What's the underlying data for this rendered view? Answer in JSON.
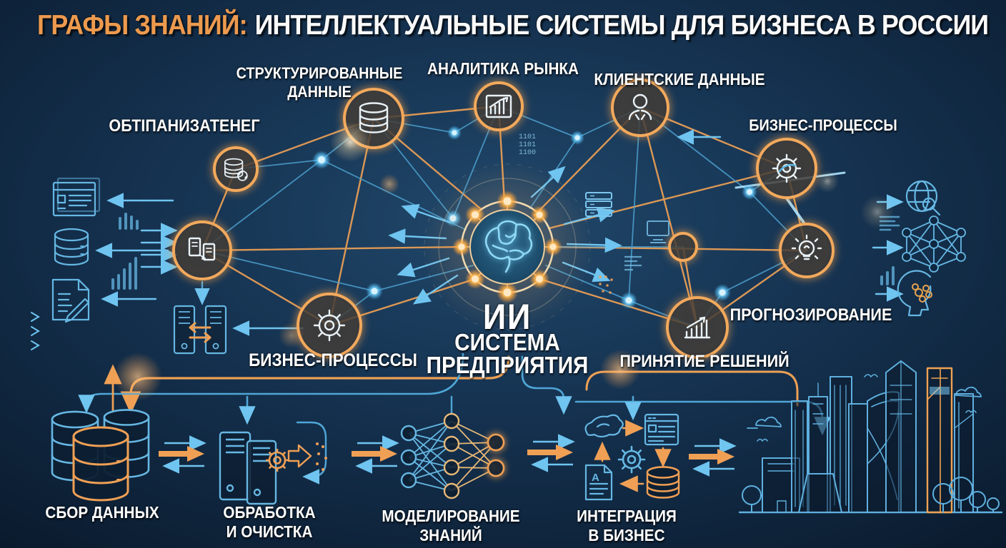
{
  "title": {
    "prefix": "ГРАФЫ ЗНАНИЙ:",
    "main": "ИНТЕЛЛЕКТУАЛЬНЫЕ СИСТЕМЫ ДЛЯ БИЗНЕСА В РОССИИ"
  },
  "colors": {
    "background": "#0C1F33",
    "accent_orange": "#EDA055",
    "line_blue": "#4FA6D6",
    "ring_cream": "#F2DCB2",
    "text_white": "#FFFFFF",
    "brain_blue": "#8FD9F5"
  },
  "center_hub": {
    "icon": "brain-icon",
    "line1": "ИИ",
    "line2": "СИСТЕМА",
    "line3": "ПРЕДПРИЯТИЯ"
  },
  "network_labels": {
    "structured_data": {
      "line1": "СТРУКТУРИРОВАННЫЕ",
      "line2": "ДАННЫЕ"
    },
    "market_analytics": {
      "line1": "АНАЛИТИКА РЫНКА"
    },
    "client_data": {
      "line1": "КЛИЕНТСКИЕ ДАННЫЕ"
    },
    "business_processes_right": {
      "line1": "БИЗНЕС-ПРОЦЕССЫ"
    },
    "garbled_left": {
      "line1": "ОБТІПАНИЗАТЕНЕГ"
    },
    "business_processes_left": {
      "line1": "БИЗНЕС-ПРОЦЕССЫ"
    },
    "forecasting": {
      "line1": "ПРОГНОЗИРОВАНИЕ"
    },
    "decision_making": {
      "line1": "ПРИНЯТИЕ РЕШЕНИЙ"
    }
  },
  "network_nodes": [
    {
      "id": "database-sync",
      "icon": "database-sync-icon"
    },
    {
      "id": "documents",
      "icon": "documents-icon"
    },
    {
      "id": "database",
      "icon": "database-icon"
    },
    {
      "id": "line-chart",
      "icon": "line-chart-icon"
    },
    {
      "id": "person",
      "icon": "person-icon"
    },
    {
      "id": "gear-right",
      "icon": "gear-icon"
    },
    {
      "id": "lightbulb",
      "icon": "lightbulb-icon"
    },
    {
      "id": "gear-left",
      "icon": "gear-icon"
    },
    {
      "id": "growth-chart",
      "icon": "growth-chart-icon"
    }
  ],
  "pipeline": {
    "steps": [
      {
        "id": "collect",
        "icon": "databases-icon",
        "line1": "СБОР ДАННЫХ",
        "line2": ""
      },
      {
        "id": "process",
        "icon": "servers-gear-icon",
        "line1": "ОБРАБОТКА",
        "line2": "И ОЧИСТКА"
      },
      {
        "id": "model",
        "icon": "neural-network-icon",
        "line1": "МОДЕЛИРОВАНИЕ",
        "line2": "ЗНАНИЙ"
      },
      {
        "id": "integrate",
        "icon": "business-integration-icon",
        "line1": "ИНТЕГРАЦИЯ",
        "line2": "В БИЗНЕС"
      }
    ]
  },
  "side_icons": {
    "left": [
      "document-browser-icon",
      "database-icon",
      "document-edit-icon"
    ],
    "right": [
      "globe-search-icon",
      "graph-network-icon",
      "head-brain-icon"
    ]
  },
  "decor": {
    "binary_rows": [
      "1101",
      "1101",
      "1100"
    ],
    "doc_letter": "A",
    "scene": "moscow-city-skyline"
  }
}
